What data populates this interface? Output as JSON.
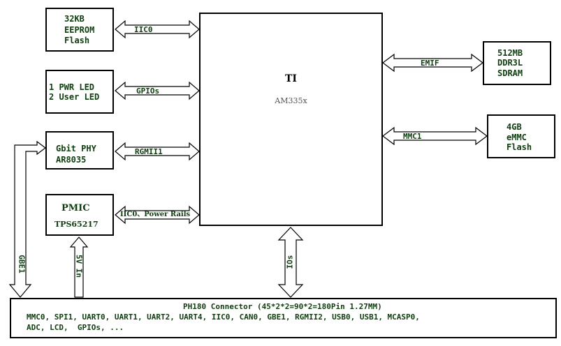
{
  "blocks": {
    "eeprom": [
      "32KB",
      "EEPROM",
      "Flash"
    ],
    "led": [
      "1 PWR LED",
      "2 User LED"
    ],
    "phy": [
      "Gbit PHY",
      "AR8035"
    ],
    "pmic": [
      "PMIC",
      "TPS65217"
    ],
    "soc": [
      "TI",
      "AM335x"
    ],
    "ddr": [
      "512MB",
      "DDR3L",
      "SDRAM"
    ],
    "emmc": [
      "4GB",
      "eMMC",
      "Flash"
    ],
    "connector": [
      "PH180 Connector (45*2*2=90*2=180Pin 1.27MM)",
      "MMC0, SPI1, UART0, UART1, UART2, UART4, IIC0, CAN0, GBE1, RGMII2, USB0, USB1, MCASP0,",
      "ADC, LCD,  GPIOs, ..."
    ]
  },
  "links": {
    "iic0": "IIC0",
    "gpios": "GPIOs",
    "rgmii1": "RGMII1",
    "iic0_power": "IIC0、Power Rails",
    "emif": "EMIF",
    "mmc1": "MMC1",
    "ios": "IOs",
    "gbe1": "GBE1",
    "v5in": "5V In"
  },
  "colors": {
    "text": "#0f3d0f",
    "line": "#000000"
  }
}
